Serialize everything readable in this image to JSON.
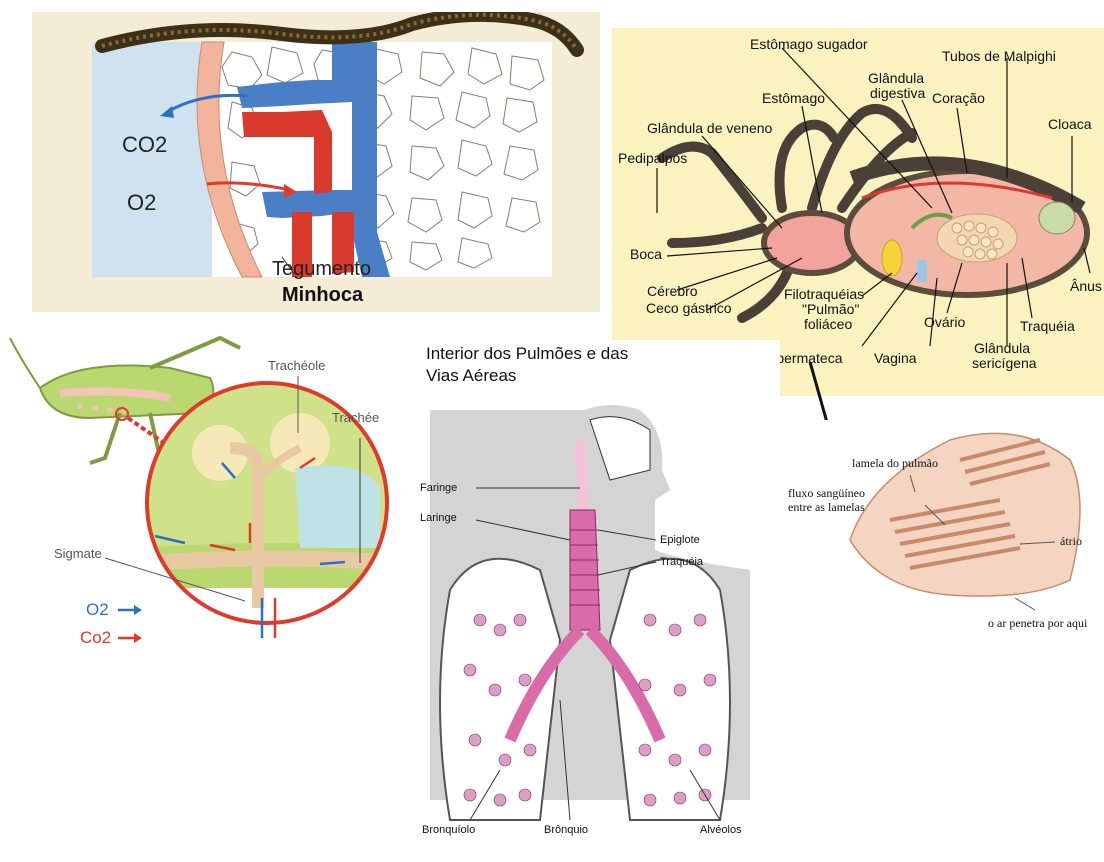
{
  "earthworm": {
    "co2": "CO2",
    "o2": "O2",
    "tegumento": "Tegumento",
    "title": "Minhoca"
  },
  "spider": {
    "labels": {
      "estomago_sugador": "Estômago sugador",
      "tubos_malpighi": "Tubos de Malpighi",
      "glandula_digestiva_1": "Glândula",
      "glandula_digestiva_2": "digestiva",
      "estomago": "Estômago",
      "coracao": "Coração",
      "cloaca": "Cloaca",
      "glandula_veneno": "Glândula de veneno",
      "pedipalpos": "Pedipalpos",
      "boca": "Boca",
      "cerebro": "Cérebro",
      "ceco_gastrico": "Ceco gástrico",
      "filotraqueias_1": "Filotraquéias",
      "filotraqueias_2": "\"Pulmão\"",
      "filotraqueias_3": "foliáceo",
      "anus": "Ânus",
      "ovario": "Ovário",
      "traqueia": "Traquéia",
      "espermateca": "Espermateca",
      "vagina": "Vagina",
      "glandula_sericigena_1": "Glândula",
      "glandula_sericigena_2": "sericígena"
    }
  },
  "insect": {
    "tracheole": "Trachéole",
    "trachee": "Trachée",
    "sigmate": "Sigmate",
    "o2": "O2",
    "co2": "Co2"
  },
  "lungs": {
    "title_1": "Interior dos Pulmões e das",
    "title_2": "Vias Aéreas",
    "faringe": "Faringe",
    "laringe": "Laringe",
    "epiglote": "Epiglote",
    "traqueia": "Traquéia",
    "bronquiolo": "Bronquíolo",
    "bronquio": "Brônquio",
    "alveolos": "Alvéolos"
  },
  "booklung": {
    "lamela": "lamela do pulmão",
    "fluxo_1": "fluxo sangüíneo",
    "fluxo_2": "entre as lamelas",
    "atrio": "átrio",
    "ar": "o ar penetra por aqui"
  },
  "colors": {
    "o2_blue": "#2a73c0",
    "co2_red": "#e03a2c",
    "vessel_blue": "#4a7fc6",
    "vessel_red": "#d83a2e",
    "lung_pink": "#d86ba8",
    "insect_green": "#b9d870"
  }
}
